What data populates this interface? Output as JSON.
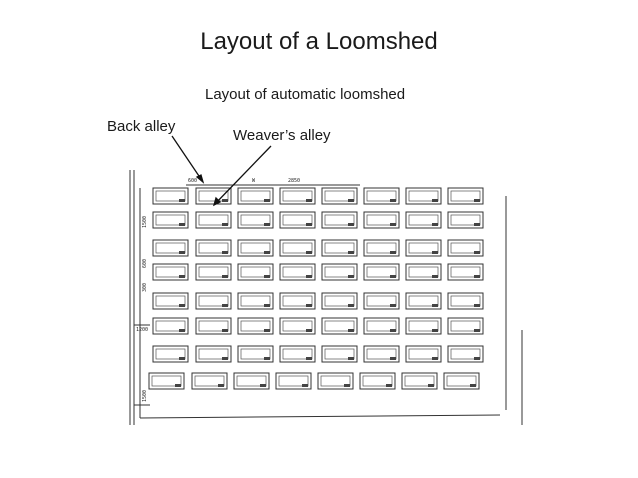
{
  "slide": {
    "title": "Layout of a Loomshed",
    "subtitle": "Layout of automatic loomshed",
    "labels": {
      "back_alley": "Back alley",
      "weavers_alley": "Weaver’s alley"
    }
  },
  "diagram": {
    "rows": 8,
    "columns": 8,
    "dimensions_top": [
      "600",
      "W",
      "2850"
    ],
    "dimensions_side": [
      "1500",
      "600",
      "300",
      "1200",
      "1500"
    ]
  }
}
